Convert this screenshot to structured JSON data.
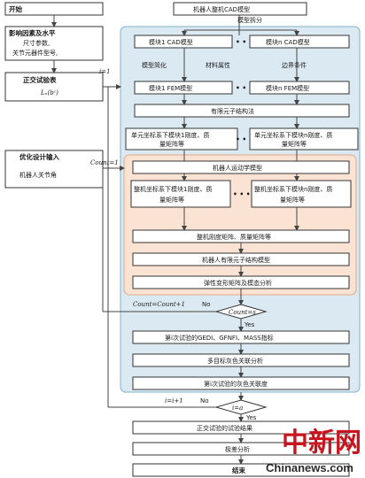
{
  "left": {
    "start": "开始",
    "factors_title": "影响因素及水平",
    "factors_body": [
      "尺寸参数,",
      "关节元器件型号,"
    ],
    "ortho_title": "正交试验表",
    "ortho_formula": "Lₙ(bᶜ)",
    "opt_title": "优化设计输入",
    "opt_body": "机器人关节角"
  },
  "labels": {
    "i1": "i=1",
    "count1": "Count=1",
    "count_inc": "Count=Count+1",
    "no1": "No",
    "yes1": "Yes",
    "i_inc": "i=i+1",
    "no2": "No",
    "yes2": "Yes"
  },
  "main": {
    "cad_title": "机器人整机CAD模型",
    "split": "模型拆分",
    "cad1": "模块1 CAD模型",
    "cadn": "模块n CAD模型",
    "simplify": "模型简化",
    "material": "材料属性",
    "boundary": "边界条件",
    "fem1": "模块1 FEM模型",
    "femn": "模块n FEM模型",
    "fe_method": "有限元子结构法",
    "unit1": [
      "单元坐标系下模块1刚度、质",
      "量矩阵等"
    ],
    "unitn": [
      "单元坐标系下模块n刚度、质",
      "量矩阵等"
    ],
    "kinematics": "机器人运动学模型",
    "whole1": [
      "整机坐标系下模块1刚度、质",
      "量矩阵等"
    ],
    "wholen": [
      "整机坐标系下模块n刚度、质",
      "量矩阵等"
    ],
    "whole_matrix": "整机刚度矩阵、质量矩阵等",
    "whole_fe": "机器人有限元子结构模型",
    "analysis": "弹性变形矩阵及模态分析",
    "count_check": "Count=s",
    "metrics": "第i次试验的GEDI、GFNFI、MASS指标",
    "grey": "多目标灰色关联分析",
    "grey_degree": "第i次试验的灰色关联度",
    "i_check": "i=a",
    "ortho_result": "正交试验的试验结果",
    "extreme": "极差分析",
    "end": "结束"
  },
  "watermark": {
    "cn": "中新网",
    "en": "Chinanews.com"
  },
  "colors": {
    "blue_fill": "#dbeaf2",
    "blue_border": "#7fb1c9",
    "peach_fill": "#fbe3d4",
    "peach_border": "#e0a889",
    "line": "#444444",
    "wm_red": "#c8141e"
  }
}
